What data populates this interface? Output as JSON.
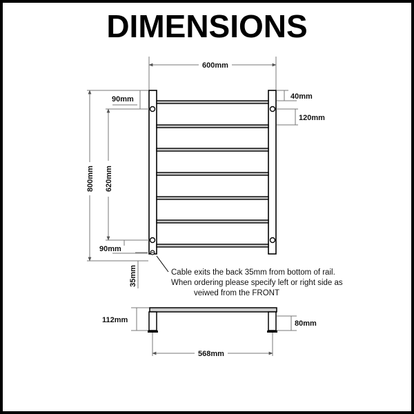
{
  "title": "DIMENSIONS",
  "dimensions": {
    "width": "600mm",
    "top_offset": "40mm",
    "rail_spacing": "120mm",
    "left_top": "90mm",
    "height": "800mm",
    "inner": "620mm",
    "left_bottom": "90mm",
    "cable_offset": "35mm",
    "depth_total": "112mm",
    "depth_wall": "80mm",
    "bracket_span": "568mm"
  },
  "note": {
    "line1": "Cable exits the back 35mm from bottom of rail.",
    "line2": "When ordering please specify left or right side as",
    "line3": "veiwed from the FRONT"
  },
  "colors": {
    "ink": "#000000",
    "dim_line": "#777777",
    "rail_shade": "#b5b5b5"
  }
}
